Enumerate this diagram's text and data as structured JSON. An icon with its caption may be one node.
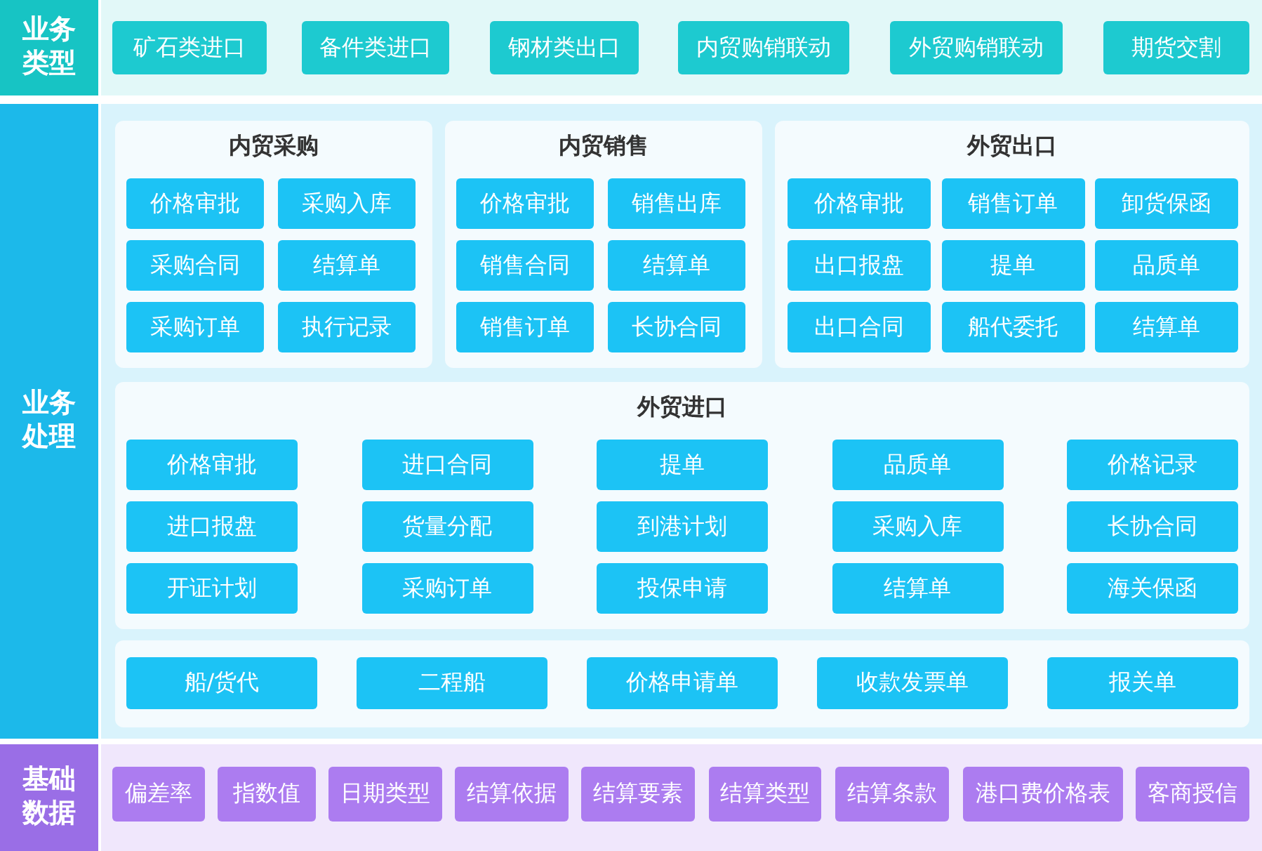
{
  "diagram": {
    "nodes": [
      {
        "text": [
          "业务类型"
        ]
      },
      {
        "text": [
          "矿石类进口"
        ],
        "in": 0
      },
      {
        "text": [
          "备件类进口"
        ],
        "in": 0
      },
      {
        "text": [
          "钢材类出口"
        ],
        "in": 0
      },
      {
        "text": [
          "内贸购销联动"
        ],
        "in": 0
      },
      {
        "text": [
          "外贸购销联动"
        ],
        "in": 0
      },
      {
        "text": [
          "期货交割"
        ],
        "in": 0
      },
      {
        "text": [
          "业务处理"
        ]
      },
      {
        "text": [
          "内贸采购"
        ],
        "in": 7
      },
      {
        "text": [
          "价格审批"
        ],
        "in": 8
      },
      {
        "text": [
          "采购入库"
        ],
        "in": 8
      },
      {
        "text": [
          "采购合同"
        ],
        "in": 8
      },
      {
        "text": [
          "结算单"
        ],
        "in": 8
      },
      {
        "text": [
          "采购订单"
        ],
        "in": 8
      },
      {
        "text": [
          "执行记录"
        ],
        "in": 8
      },
      {
        "text": [
          "内贸销售"
        ],
        "in": 7
      },
      {
        "text": [
          "价格审批"
        ],
        "in": 15
      },
      {
        "text": [
          "销售出库"
        ],
        "in": 15
      },
      {
        "text": [
          "销售合同"
        ],
        "in": 15
      },
      {
        "text": [
          "结算单"
        ],
        "in": 15
      },
      {
        "text": [
          "销售订单"
        ],
        "in": 15
      },
      {
        "text": [
          "长协合同"
        ],
        "in": 15
      },
      {
        "text": [
          "外贸出口"
        ],
        "in": 7
      },
      {
        "text": [
          "价格审批"
        ],
        "in": 22
      },
      {
        "text": [
          "销售订单"
        ],
        "in": 22
      },
      {
        "text": [
          "卸货保函"
        ],
        "in": 22
      },
      {
        "text": [
          "出口报盘"
        ],
        "in": 22
      },
      {
        "text": [
          "提单"
        ],
        "in": 22
      },
      {
        "text": [
          "品质单"
        ],
        "in": 22
      },
      {
        "text": [
          "出口合同"
        ],
        "in": 22
      },
      {
        "text": [
          "船代委托"
        ],
        "in": 22
      },
      {
        "text": [
          "结算单"
        ],
        "in": 22
      },
      {
        "text": [
          "外贸进口"
        ],
        "in": 7
      },
      {
        "text": [
          "价格审批"
        ],
        "in": 32
      },
      {
        "text": [
          "进口合同"
        ],
        "in": 32
      },
      {
        "text": [
          "提单"
        ],
        "in": 32
      },
      {
        "text": [
          "品质单"
        ],
        "in": 32
      },
      {
        "text": [
          "价格记录"
        ],
        "in": 32
      },
      {
        "text": [
          "进口报盘"
        ],
        "in": 32
      },
      {
        "text": [
          "货量分配"
        ],
        "in": 32
      },
      {
        "text": [
          "到港计划"
        ],
        "in": 32
      },
      {
        "text": [
          "采购入库"
        ],
        "in": 32
      },
      {
        "text": [
          "长协合同"
        ],
        "in": 32
      },
      {
        "text": [
          "开证计划"
        ],
        "in": 32
      },
      {
        "text": [
          "采购订单"
        ],
        "in": 32
      },
      {
        "text": [
          "投保申请"
        ],
        "in": 32
      },
      {
        "text": [
          "结算单"
        ],
        "in": 32
      },
      {
        "text": [
          "海关保函"
        ],
        "in": 32
      },
      {
        "text": [],
        "shape": "box",
        "in": 7
      },
      {
        "text": [
          "船/货代"
        ],
        "in": 48
      },
      {
        "text": [
          "二程船"
        ],
        "in": 48
      },
      {
        "text": [
          "价格申请单"
        ],
        "in": 48
      },
      {
        "text": [
          "收款发票单"
        ],
        "in": 48
      },
      {
        "text": [
          "报关单"
        ],
        "in": 48
      },
      {
        "text": [
          "基础数据"
        ]
      },
      {
        "text": [
          "偏差率"
        ],
        "in": 54
      },
      {
        "text": [
          "指数值"
        ],
        "in": 54
      },
      {
        "text": [
          "日期类型"
        ],
        "in": 54
      },
      {
        "text": [
          "结算依据"
        ],
        "in": 54
      },
      {
        "text": [
          "结算要素"
        ],
        "in": 54
      },
      {
        "text": [
          "结算类型"
        ],
        "in": 54
      },
      {
        "text": [
          "结算条款"
        ],
        "in": 54
      },
      {
        "text": [
          "港口费价格表"
        ],
        "in": 54
      },
      {
        "text": [
          "客商授信"
        ],
        "in": 54
      }
    ]
  }
}
